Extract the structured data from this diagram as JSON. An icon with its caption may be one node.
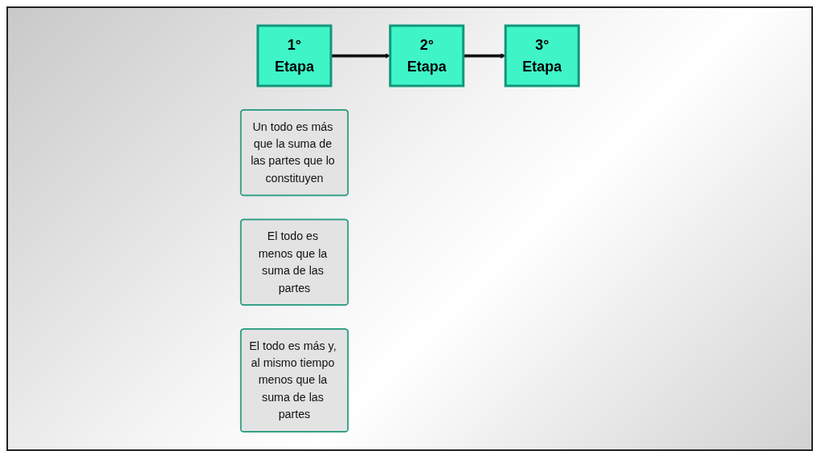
{
  "diagram": {
    "nodes": [
      {
        "text": [
          "1°",
          "Etapa"
        ]
      },
      {
        "text": [
          "Un todo es más que la suma de las partes que lo constituyen"
        ]
      },
      {
        "text": [
          "2°",
          "Etapa"
        ]
      },
      {
        "text": [
          "El todo es menos que la suma de las partes"
        ]
      },
      {
        "text": [
          "3°",
          "Etapa"
        ]
      },
      {
        "text": [
          "El todo es más y, al mismo tiempo menos que la suma de las partes"
        ]
      }
    ],
    "edges": [
      {
        "from": 0,
        "to": 2,
        "arrow": "to"
      },
      {
        "from": 2,
        "to": 4,
        "arrow": "to"
      }
    ]
  }
}
